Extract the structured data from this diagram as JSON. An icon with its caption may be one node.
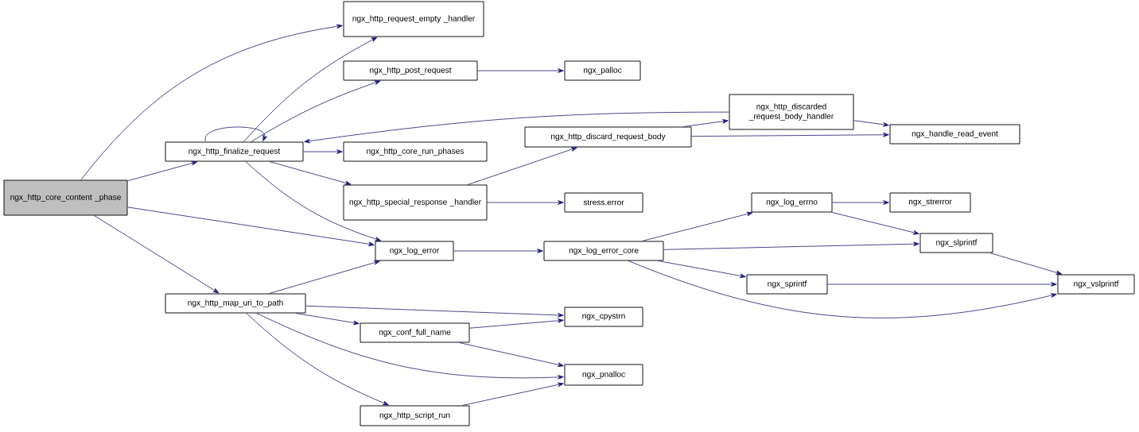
{
  "diagram": {
    "nodes": [
      {
        "text": [
          "ngx_http_core_content _phase"
        ]
      },
      {
        "text": [
          "ngx_http_request_empty _handler"
        ]
      },
      {
        "text": [
          "ngx_http_finalize_request"
        ]
      },
      {
        "text": [
          "ngx_http_post_request"
        ]
      },
      {
        "text": [
          "ngx_palloc"
        ]
      },
      {
        "text": [
          "ngx_http_discarded _request_body_handler"
        ]
      },
      {
        "text": [
          "ngx_handle_read_event"
        ]
      },
      {
        "text": [
          "ngx_http_core_run_phases"
        ]
      },
      {
        "text": [
          "ngx_http_discard_request_body"
        ]
      },
      {
        "text": [
          "ngx_http_special_response _handler"
        ]
      },
      {
        "text": [
          "stress.error"
        ]
      },
      {
        "text": [
          "ngx_log_errno"
        ]
      },
      {
        "text": [
          "ngx_strerror"
        ]
      },
      {
        "text": [
          "ngx_log_error"
        ]
      },
      {
        "text": [
          "ngx_log_error_core"
        ]
      },
      {
        "text": [
          "ngx_slprintf"
        ]
      },
      {
        "text": [
          "ngx_sprintf"
        ]
      },
      {
        "text": [
          "ngx_vslprintf"
        ]
      },
      {
        "text": [
          "ngx_http_map_uri_to_path"
        ]
      },
      {
        "text": [
          "ngx_cpystrn"
        ]
      },
      {
        "text": [
          "ngx_conf_full_name"
        ]
      },
      {
        "text": [
          "ngx_pnalloc"
        ]
      },
      {
        "text": [
          "ngx_http_script_run"
        ]
      }
    ],
    "edges": [
      {
        "from": 0,
        "to": 1,
        "arrow": "to"
      },
      {
        "from": 0,
        "to": 2,
        "arrow": "to"
      },
      {
        "from": 0,
        "to": 13,
        "arrow": "to"
      },
      {
        "from": 0,
        "to": 18,
        "arrow": "to"
      },
      {
        "from": 2,
        "to": 2,
        "arrow": "to"
      },
      {
        "from": 2,
        "to": 1,
        "arrow": "to"
      },
      {
        "from": 2,
        "to": 3,
        "arrow": "to"
      },
      {
        "from": 2,
        "to": 7,
        "arrow": "to"
      },
      {
        "from": 2,
        "to": 9,
        "arrow": "to"
      },
      {
        "from": 2,
        "to": 13,
        "arrow": "to"
      },
      {
        "from": 3,
        "to": 4,
        "arrow": "to"
      },
      {
        "from": 5,
        "to": 2,
        "arrow": "to"
      },
      {
        "from": 5,
        "to": 6,
        "arrow": "to"
      },
      {
        "from": 8,
        "to": 5,
        "arrow": "to"
      },
      {
        "from": 8,
        "to": 6,
        "arrow": "to"
      },
      {
        "from": 9,
        "to": 8,
        "arrow": "to"
      },
      {
        "from": 9,
        "to": 10,
        "arrow": "to"
      },
      {
        "from": 13,
        "to": 14,
        "arrow": "to"
      },
      {
        "from": 14,
        "to": 11,
        "arrow": "to"
      },
      {
        "from": 14,
        "to": 15,
        "arrow": "to"
      },
      {
        "from": 14,
        "to": 16,
        "arrow": "to"
      },
      {
        "from": 14,
        "to": 17,
        "arrow": "to"
      },
      {
        "from": 11,
        "to": 12,
        "arrow": "to"
      },
      {
        "from": 11,
        "to": 15,
        "arrow": "to"
      },
      {
        "from": 15,
        "to": 17,
        "arrow": "to"
      },
      {
        "from": 16,
        "to": 17,
        "arrow": "to"
      },
      {
        "from": 18,
        "to": 13,
        "arrow": "to"
      },
      {
        "from": 18,
        "to": 19,
        "arrow": "to"
      },
      {
        "from": 18,
        "to": 20,
        "arrow": "to"
      },
      {
        "from": 18,
        "to": 21,
        "arrow": "to"
      },
      {
        "from": 18,
        "to": 22,
        "arrow": "to"
      },
      {
        "from": 20,
        "to": 19,
        "arrow": "to"
      },
      {
        "from": 20,
        "to": 21,
        "arrow": "to"
      },
      {
        "from": 22,
        "to": 21,
        "arrow": "to"
      }
    ]
  }
}
